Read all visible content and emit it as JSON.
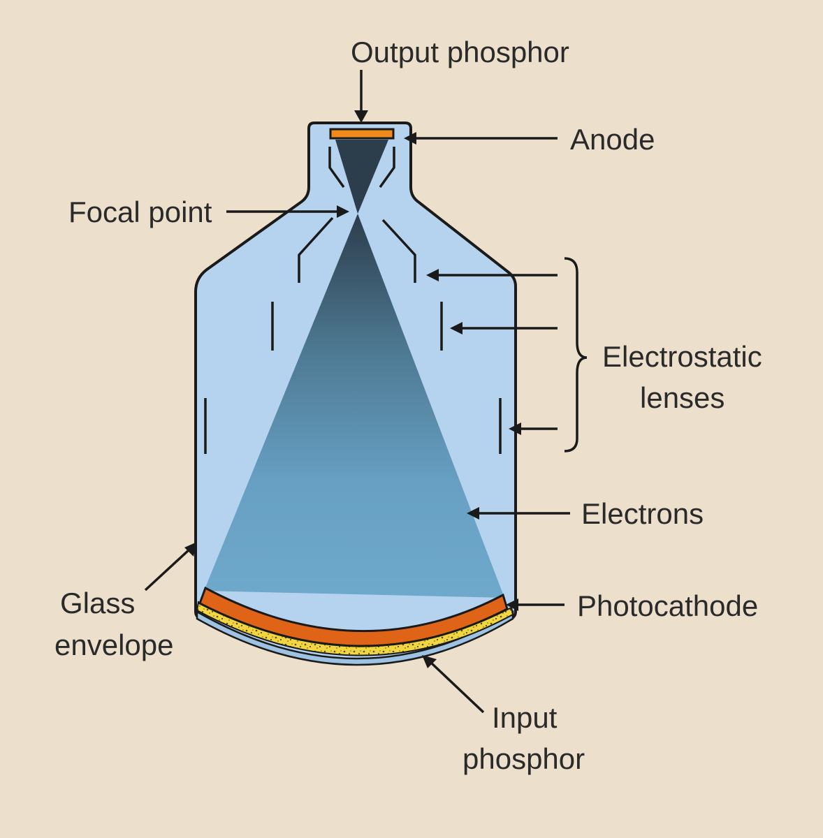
{
  "diagram": {
    "labels": {
      "output_phosphor": "Output phosphor",
      "anode": "Anode",
      "focal_point": "Focal point",
      "electrostatic": "Electrostatic",
      "lenses": "lenses",
      "electrons": "Electrons",
      "glass": "Glass",
      "envelope": "envelope",
      "photocathode": "Photocathode",
      "input": "Input",
      "phosphor": "phosphor"
    },
    "colors": {
      "background": "#ecdfcc",
      "glass_envelope": "#b5d2ee",
      "electron_beam_top": "#2c3d4c",
      "electron_beam_bottom": "#6ea6c8",
      "photocathode": "#e06418",
      "input_phosphor": "#f0d23a",
      "output_phosphor": "#f08a1c",
      "outline": "#1a1a1a"
    }
  }
}
